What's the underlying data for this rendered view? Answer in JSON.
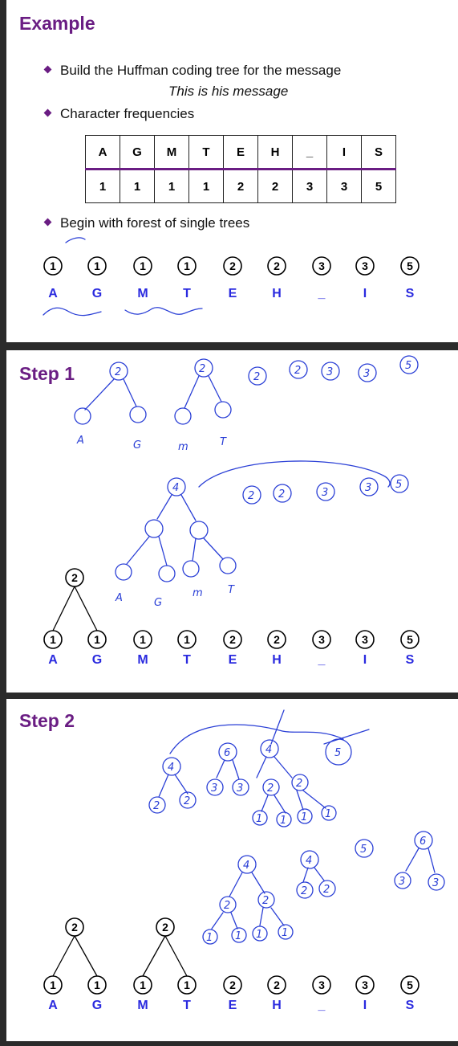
{
  "slide1": {
    "title": "Example",
    "bullet1": "Build the Huffman coding tree for the message",
    "message": "This is his message",
    "bullet2": "Character frequencies",
    "bullet3": "Begin with forest of single trees",
    "table": {
      "chars": [
        "A",
        "G",
        "M",
        "T",
        "E",
        "H",
        "_",
        "I",
        "S"
      ],
      "freqs": [
        "1",
        "1",
        "1",
        "1",
        "2",
        "2",
        "3",
        "3",
        "5"
      ]
    }
  },
  "slide2": {
    "title": "Step 1",
    "merged_node": "2",
    "ink": {
      "forest_freqs": [
        "2",
        "2",
        "2",
        "2",
        "3",
        "3",
        "5"
      ],
      "forest2_freqs": [
        "2",
        "2",
        "3",
        "3",
        "5"
      ],
      "node_4": "4",
      "letters": [
        "A",
        "G",
        "m",
        "T"
      ]
    }
  },
  "slide3": {
    "title": "Step 2",
    "merged_nodes": [
      "2",
      "2"
    ],
    "ink": {
      "top_nodes": [
        "4",
        "6",
        "4",
        "5"
      ],
      "row2": [
        "2",
        "2",
        "3",
        "3",
        "2",
        "2"
      ],
      "row3": [
        "1",
        "1",
        "1",
        "1"
      ],
      "lower_nodes": [
        "4",
        "4",
        "5",
        "6"
      ],
      "lower_leaf_pairs": [
        "2",
        "2",
        "3",
        "3"
      ]
    }
  },
  "forest": {
    "freqs": [
      "1",
      "1",
      "1",
      "1",
      "2",
      "2",
      "3",
      "3",
      "5"
    ],
    "labels": [
      "A",
      "G",
      "M",
      "T",
      "E",
      "H",
      "_",
      "I",
      "S"
    ]
  }
}
